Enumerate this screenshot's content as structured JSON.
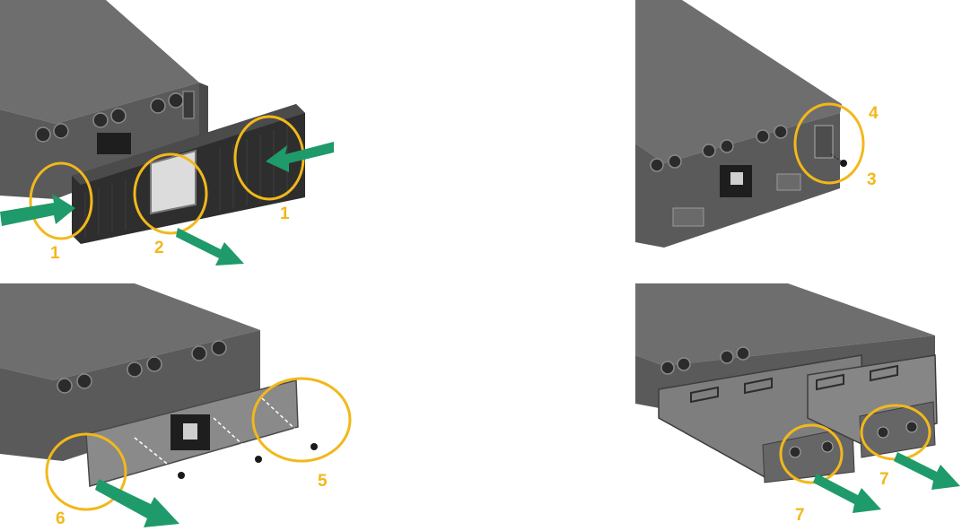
{
  "colors": {
    "callout": "#f2b81a",
    "arrow": "#1f9a6a",
    "chassis_top": "#6b6b6b",
    "chassis_front": "#585858",
    "bezel": "#2e2e2e"
  },
  "panel_1": {
    "callouts": [
      "1",
      "2",
      "1"
    ]
  },
  "panel_2": {
    "callouts": [
      "4",
      "3"
    ]
  },
  "panel_3": {
    "callouts": [
      "5",
      "6"
    ]
  },
  "panel_4": {
    "callouts": [
      "7",
      "7"
    ]
  }
}
